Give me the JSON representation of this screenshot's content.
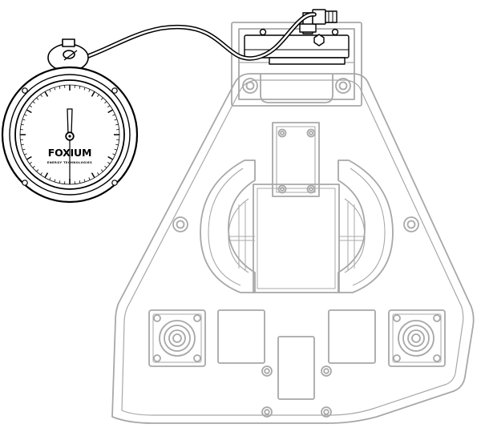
{
  "gauge": {
    "brand": "FOXIUM",
    "tagline": "ENERGY TECHNOLOGIES",
    "dial": {
      "major_ticks": 12,
      "minor_ticks": 60,
      "hand_shown": true
    }
  },
  "colors": {
    "gauge_stroke": "#000000",
    "plate_stroke": "#a8a8a8",
    "background": "#ffffff",
    "gauge_face": "#ffffff"
  },
  "icons": {
    "gauge": "pressure-gauge-icon",
    "connector": "hose-connector-icon",
    "bolt": "bolt-icon",
    "plug": "square-plug-icon"
  }
}
